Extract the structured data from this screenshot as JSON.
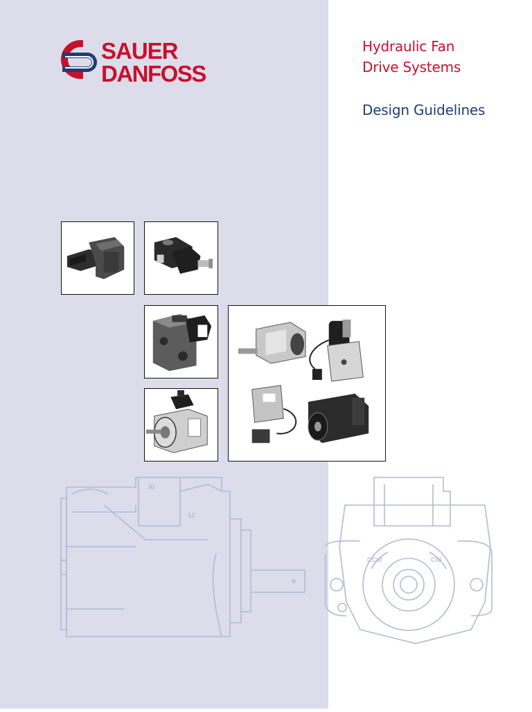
{
  "brand": {
    "logo_line1": "SAUER",
    "logo_line2": "DANFOSS",
    "primary_color": "#c8102e",
    "secondary_color": "#1d3f73"
  },
  "document": {
    "title_line1": "Hydraulic Fan",
    "title_line2": "Drive Systems",
    "subtitle": "Design Guidelines"
  },
  "drawing_labels": {
    "port_x1": "XI",
    "port_l1": "LI",
    "rotation_ccw": "CCW",
    "rotation_cw": "CW"
  },
  "colors": {
    "background_band": "#dcdcea",
    "line_art": "#b4b8d4"
  }
}
